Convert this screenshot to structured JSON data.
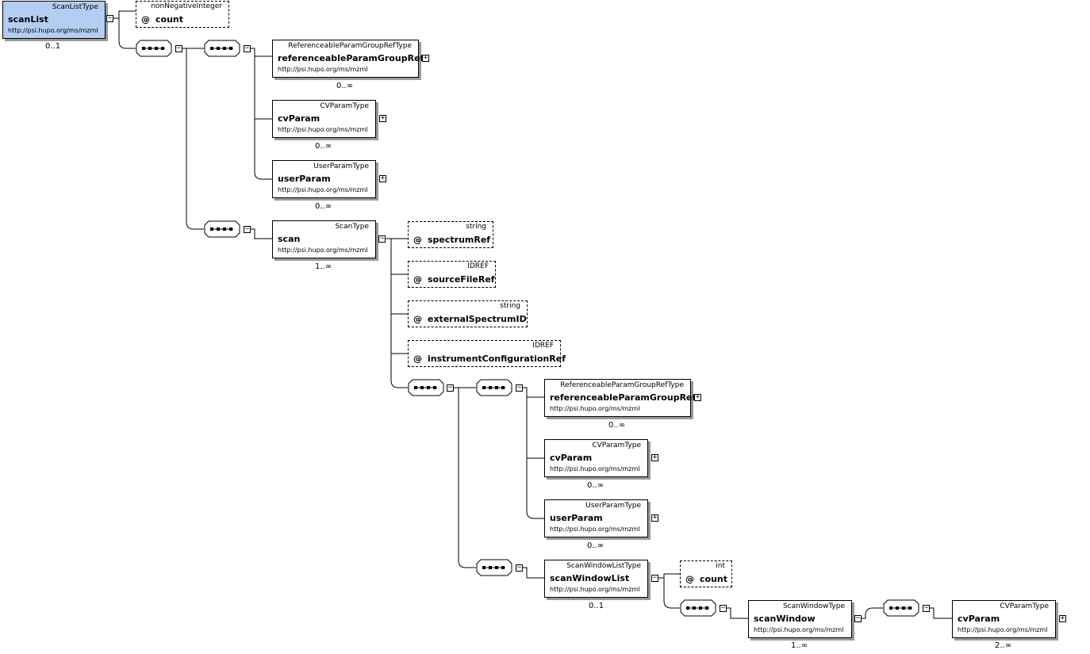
{
  "colors": {
    "root_fill": "#b4cdf2",
    "shadow": "#9a9a9a",
    "line": "#000000"
  },
  "nodes": {
    "scanList": {
      "type": "ScanListType",
      "name": "scanList",
      "ns": "http://psi.hupo.org/ms/mzml",
      "card": "0..1"
    },
    "scanList_count": {
      "type": "nonNegativeInteger",
      "at": "@",
      "name": "count"
    },
    "rpgr1": {
      "type": "ReferenceableParamGroupRefType",
      "name": "referenceableParamGroupRef",
      "ns": "http://psi.hupo.org/ms/mzml",
      "card": "0..∞"
    },
    "cv1": {
      "type": "CVParamType",
      "name": "cvParam",
      "ns": "http://psi.hupo.org/ms/mzml",
      "card": "0..∞"
    },
    "up1": {
      "type": "UserParamType",
      "name": "userParam",
      "ns": "http://psi.hupo.org/ms/mzml",
      "card": "0..∞"
    },
    "scan": {
      "type": "ScanType",
      "name": "scan",
      "ns": "http://psi.hupo.org/ms/mzml",
      "card": "1..∞"
    },
    "a_spectrumRef": {
      "type": "string",
      "at": "@",
      "name": "spectrumRef"
    },
    "a_sourceFileRef": {
      "type": "IDREF",
      "at": "@",
      "name": "sourceFileRef"
    },
    "a_externalSpectrumID": {
      "type": "string",
      "at": "@",
      "name": "externalSpectrumID"
    },
    "a_instrumentConfigurationRef": {
      "type": "IDREF",
      "at": "@",
      "name": "instrumentConfigurationRef"
    },
    "rpgr2": {
      "type": "ReferenceableParamGroupRefType",
      "name": "referenceableParamGroupRef",
      "ns": "http://psi.hupo.org/ms/mzml",
      "card": "0..∞"
    },
    "cv2": {
      "type": "CVParamType",
      "name": "cvParam",
      "ns": "http://psi.hupo.org/ms/mzml",
      "card": "0..∞"
    },
    "up2": {
      "type": "UserParamType",
      "name": "userParam",
      "ns": "http://psi.hupo.org/ms/mzml",
      "card": "0..∞"
    },
    "swl": {
      "type": "ScanWindowListType",
      "name": "scanWindowList",
      "ns": "http://psi.hupo.org/ms/mzml",
      "card": "0..1"
    },
    "swl_count": {
      "type": "int",
      "at": "@",
      "name": "count"
    },
    "sw": {
      "type": "ScanWindowType",
      "name": "scanWindow",
      "ns": "http://psi.hupo.org/ms/mzml",
      "card": "1..∞"
    },
    "cv3": {
      "type": "CVParamType",
      "name": "cvParam",
      "ns": "http://psi.hupo.org/ms/mzml",
      "card": "2..∞"
    }
  },
  "toggles": {
    "expanded": "−",
    "collapsed": "+"
  }
}
